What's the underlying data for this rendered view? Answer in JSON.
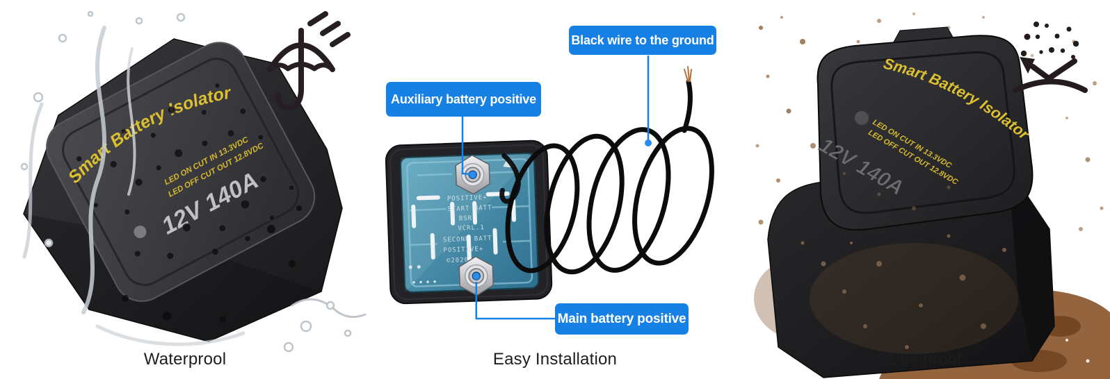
{
  "colors": {
    "accent_blue": "#1780e5",
    "device_yellow": "#dcc02f",
    "pcb_teal": "#4d92ae",
    "dirt_brown": "#8a572c",
    "caption_text": "#1d1d1d"
  },
  "panels": [
    {
      "caption": "Waterprool",
      "icon": "umbrella-rain-icon",
      "device": {
        "title": "Smart Battery Isolator",
        "spec_line1": "LED ON CUT IN 13.3VDC",
        "spec_line2": "LED OFF CUT OUT 12.8VDC",
        "rating": "12V 140A"
      }
    },
    {
      "caption": "Easy Installation",
      "callouts": {
        "ground": "Black wire to the ground",
        "auxiliary": "Auxiliary battery positive",
        "main": "Main battery positive"
      },
      "pcb": {
        "line1": "POSITIVE+",
        "line2": "START BATT",
        "line3": "BSR",
        "line4": "VCRL.1",
        "line5": "SECOND BATT",
        "line6": "POSITIVE+",
        "line7": "©2020"
      }
    },
    {
      "caption": "Dustproof",
      "icon": "dust-repel-icon",
      "device": {
        "title": "Smart Battery Isolator",
        "spec_line1": "LED ON CUT IN 13.3VDC",
        "spec_line2": "LED OFF CUT OUT 12.8VDC",
        "rating": "12V 140A"
      }
    }
  ]
}
